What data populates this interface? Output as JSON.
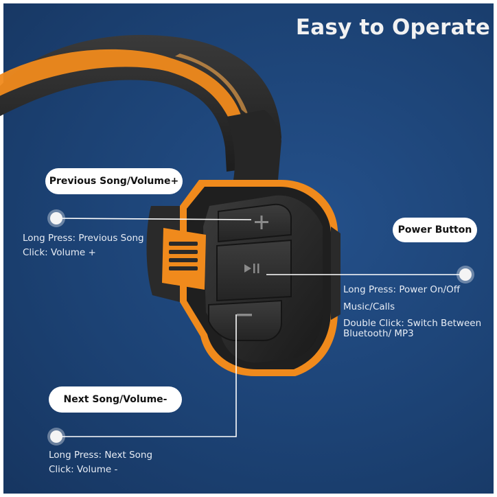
{
  "title": "Easy to Operate",
  "callouts": {
    "previous": {
      "label": "Previous Song/Volume+",
      "lines": [
        "Long Press: Previous Song",
        "Click: Volume +"
      ]
    },
    "power": {
      "label": "Power Button",
      "lines": [
        "Long Press: Power On/Off",
        "Music/Calls",
        "Double Click: Switch Between Bluetooth/ MP3"
      ]
    },
    "next": {
      "label": "Next Song/Volume-",
      "lines": [
        "Long Press: Next Song",
        "Click: Volume -"
      ]
    }
  },
  "buttons": {
    "plus_icon": "plus-icon",
    "play_pause_icon": "play-pause-icon",
    "minus_icon": "minus-icon"
  },
  "colors": {
    "background": "#1c4274",
    "accent_orange": "#f08a1c",
    "device_dark": "#2b2b2b",
    "callout_line": "#ffffff"
  }
}
